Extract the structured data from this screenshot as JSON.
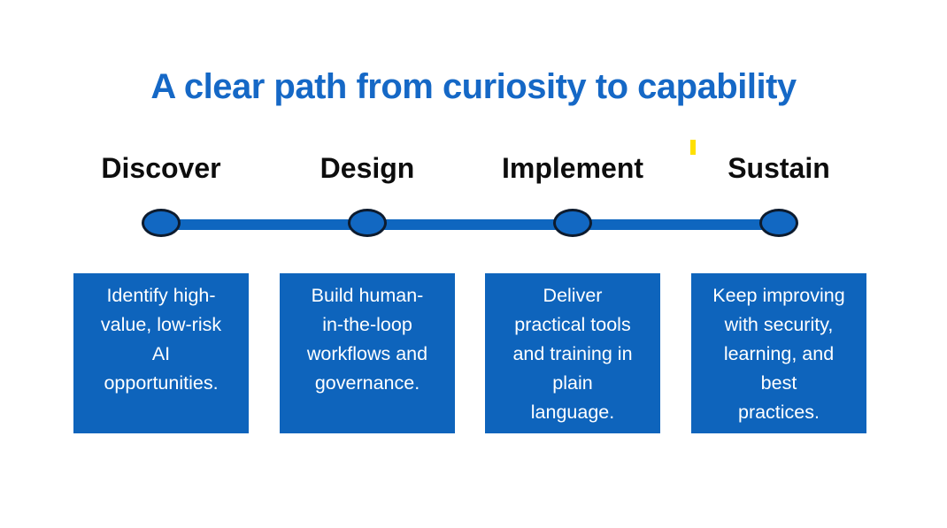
{
  "slide": {
    "title": "A clear path from curiosity to capability",
    "stages": [
      {
        "label": "Discover",
        "description": "Identify high-\nvalue, low-risk\nAI\nopportunities."
      },
      {
        "label": "Design",
        "description": "Build human-\nin-the-loop\nworkflows and\ngovernance."
      },
      {
        "label": "Implement",
        "description": "Deliver\npractical tools\nand training in\nplain\nlanguage."
      },
      {
        "label": "Sustain",
        "description": "Keep improving\nwith security,\nlearning, and\nbest\npractices."
      }
    ],
    "colors": {
      "title_text": "#1568C6",
      "stage_label_text": "#0D0D0D",
      "box_fill": "#0E64BC",
      "box_text": "#FFFFFF",
      "timeline_line": "#0F66BF",
      "marker_fill": "#1268C2",
      "marker_stroke": "#0D1B2E",
      "accent_tick": "#FFE000",
      "background": "#FFFFFF"
    }
  }
}
